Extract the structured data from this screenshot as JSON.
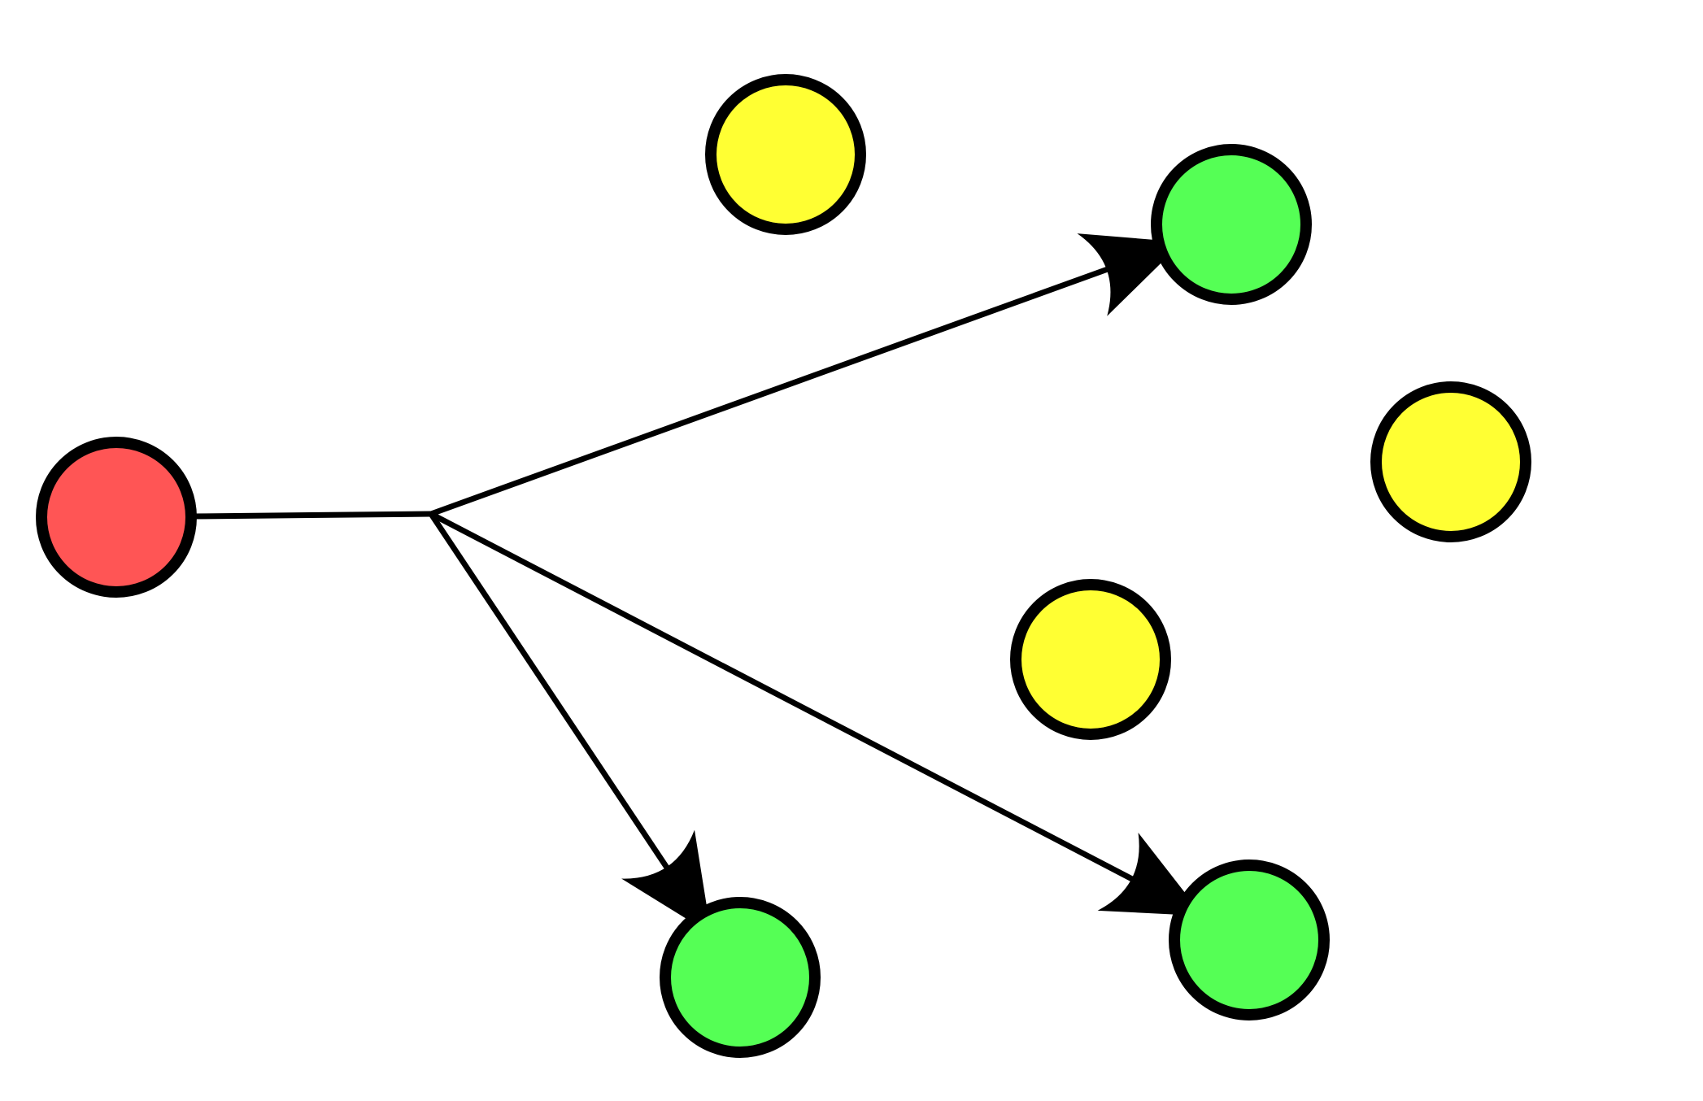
{
  "colors": {
    "background": "#ffffff",
    "stroke": "#000000",
    "source": "#ff5555",
    "target": "#55ff55",
    "other": "#ffff33"
  },
  "nodes": [
    {
      "id": "n1",
      "role": "source"
    },
    {
      "id": "n2",
      "role": "other"
    },
    {
      "id": "n3",
      "role": "target"
    },
    {
      "id": "n4",
      "role": "other"
    },
    {
      "id": "n5",
      "role": "other"
    },
    {
      "id": "n6",
      "role": "target"
    },
    {
      "id": "n7",
      "role": "target"
    }
  ],
  "edges": [
    {
      "from": "n1",
      "to": "n3"
    },
    {
      "from": "n1",
      "to": "n6"
    },
    {
      "from": "n1",
      "to": "n7"
    }
  ]
}
